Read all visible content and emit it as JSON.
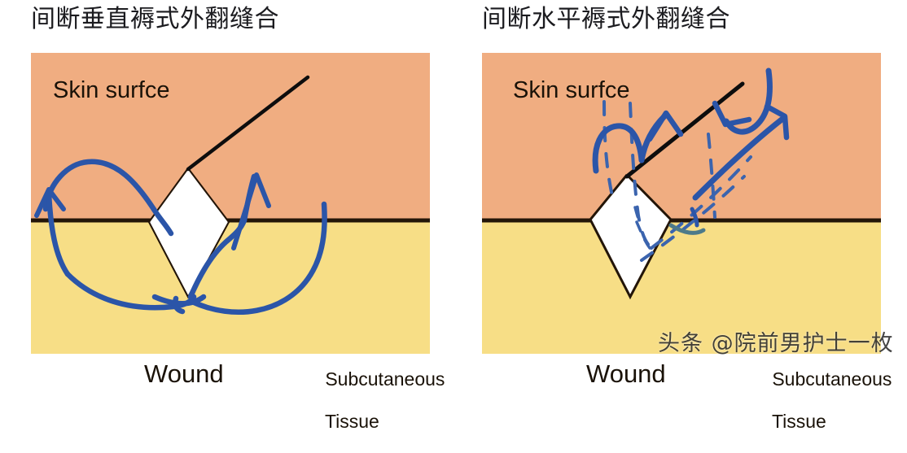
{
  "figure": {
    "type": "medical-illustration",
    "subject": "interrupted everting mattress suture techniques",
    "watermark": "头条 @院前男护士一枚",
    "colors": {
      "skin": "#f0ad81",
      "subcutaneous": "#f7de86",
      "wound_fill": "#ffffff",
      "outline": "#231508",
      "suture_thread": "#2b55a8",
      "text": "#1a1208",
      "background": "#ffffff"
    }
  },
  "panels": [
    {
      "id": "vertical-mattress",
      "title": "间断垂直褥式外翻缝合",
      "labels": {
        "skin": "Skin surfce",
        "wound": "Wound",
        "subcutaneous_line1": "Subcutaneous",
        "subcutaneous_line2": "Tissue"
      },
      "annotations": {
        "needle": "needle-shaft-line",
        "thread_style": "solid",
        "thread_description": "far-far near-near loop crossing wound, entering deep and exiting superficially on both sides",
        "arrow_count": 2
      }
    },
    {
      "id": "horizontal-mattress",
      "title": "间断水平褥式外翻缝合",
      "labels": {
        "skin": "Skin surfce",
        "wound": "Wound",
        "subcutaneous_line1": "Subcutaneous",
        "subcutaneous_line2": "Tissue"
      },
      "annotations": {
        "needle": "needle-shaft-line",
        "thread_style": "dashed",
        "thread_description": "horizontal mattress bite shown as dashed buried path with solid exit arrows",
        "arrow_count": 3
      }
    }
  ]
}
